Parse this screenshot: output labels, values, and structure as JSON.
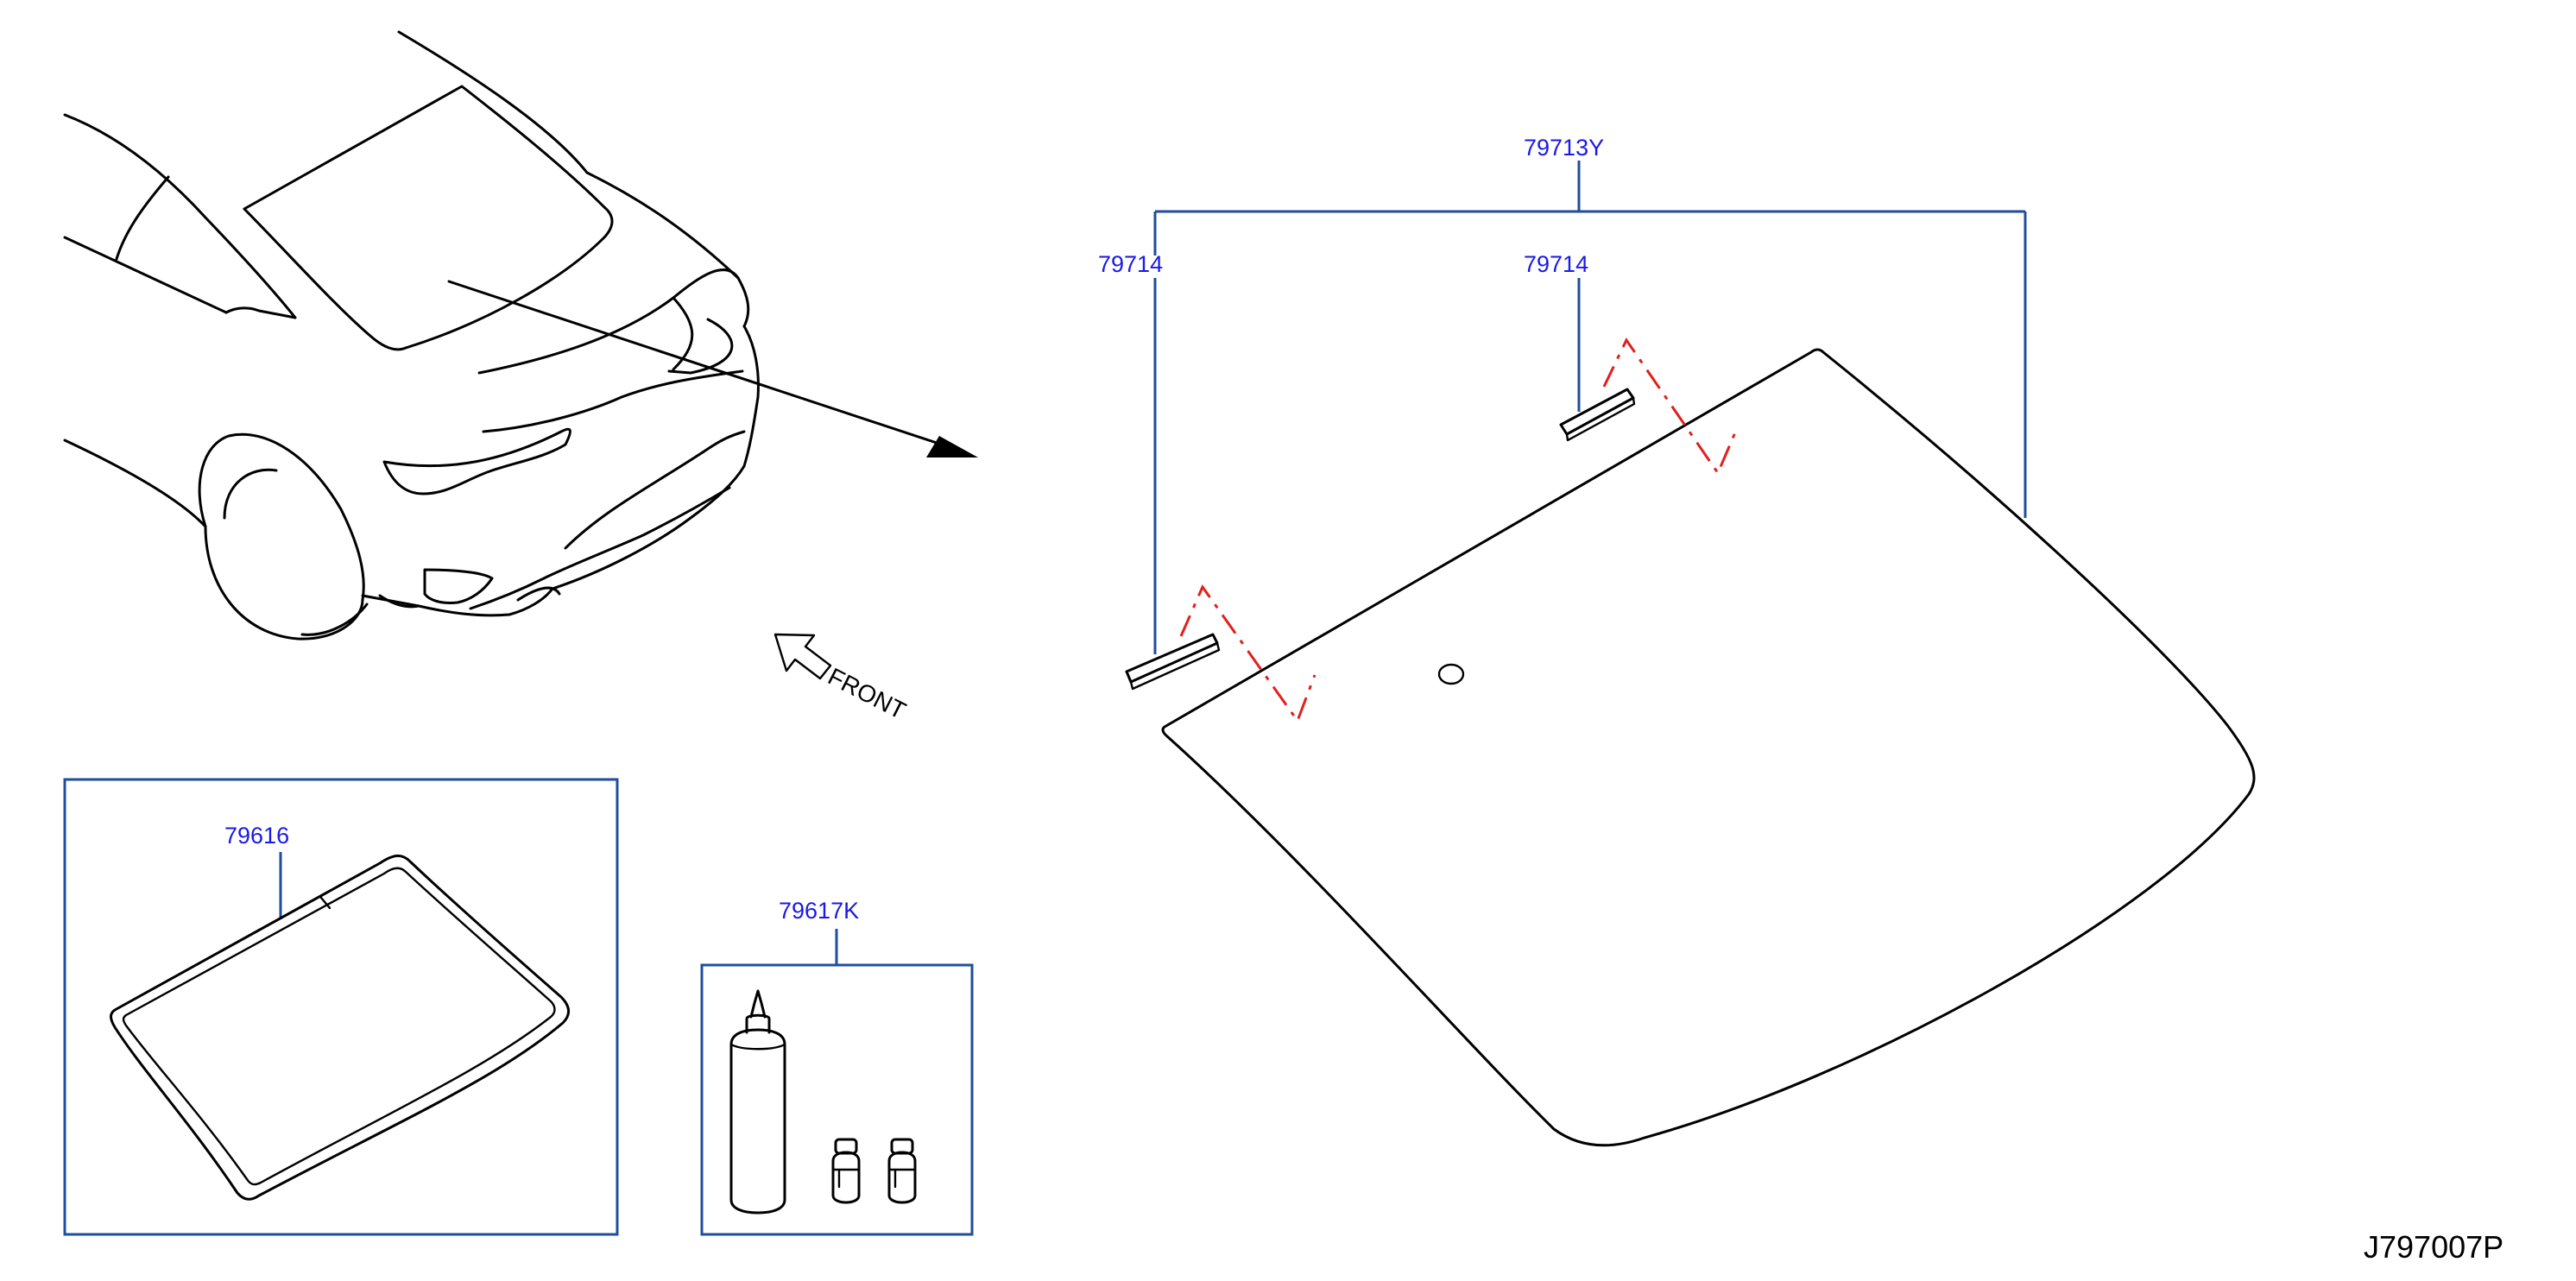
{
  "callouts": {
    "retainer_assembly": "79713Y",
    "retainer_left": "79714",
    "retainer_right": "79714",
    "dam_rubber": "79616",
    "adhesive_kit": "79617K"
  },
  "direction_label": "FRONT",
  "drawing_code": "J797007P",
  "colors": {
    "callout_text": "#1a1ae6",
    "leader_line": "#1f4e9c",
    "hidden_line": "#e0201c",
    "outline": "#000000"
  },
  "icons": {
    "front_arrow": "hollow-arrow-up-left",
    "view_arrow": "solid-arrowhead"
  }
}
